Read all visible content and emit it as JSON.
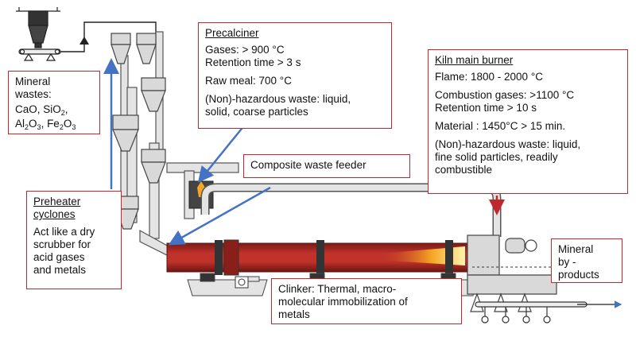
{
  "colors": {
    "callout_border": "#c0282d",
    "arrow_blue": "#4472c4",
    "arrow_red": "#c0282d",
    "kiln_fill": "#c0322a",
    "equipment_fill": "#d9d9d9",
    "flame": "#f5a623"
  },
  "precalciner": {
    "title": "Precalciner",
    "gases": "Gases: > 900 °C",
    "retention": "Retention time > 3 s",
    "raw_meal": "Raw meal: 700 °C",
    "waste_1": "(Non)-hazardous waste: liquid,",
    "waste_2": "solid, coarse particles"
  },
  "kiln_burner": {
    "title": "Kiln main burner",
    "flame": "Flame: 1800 - 2000 °C",
    "combustion": "Combustion gases: >1100 °C",
    "retention": "Retention time > 10 s",
    "material": "Material : 1450°C > 15 min.",
    "waste_1": "(Non)-hazardous waste: liquid,",
    "waste_2": "fine solid particles, readily",
    "waste_3": "combustible"
  },
  "mineral_wastes": {
    "line_1": "Mineral",
    "line_2": "wastes:",
    "cao": "CaO, SiO",
    "sio_sub": "2",
    "sep_1": ",",
    "al": "Al",
    "al_sub": "2",
    "o": "O",
    "o_sub": "3",
    "sep_2": ", Fe",
    "fe_sub": "2",
    "o2": "O",
    "o2_sub": "3"
  },
  "composite_feeder": {
    "label": "Composite waste feeder"
  },
  "preheater": {
    "title_1": "Preheater",
    "title_2": "cyclones",
    "line_1": "Act like a dry",
    "line_2": "scrubber for",
    "line_3": "acid gases",
    "line_4": "and metals"
  },
  "clinker": {
    "line_1": "Clinker: Thermal, macro-",
    "line_2": "molecular immobilization  of",
    "line_3": "metals"
  },
  "mineral_byproducts": {
    "line_1": "Mineral",
    "line_2": "by -",
    "line_3": "products"
  }
}
